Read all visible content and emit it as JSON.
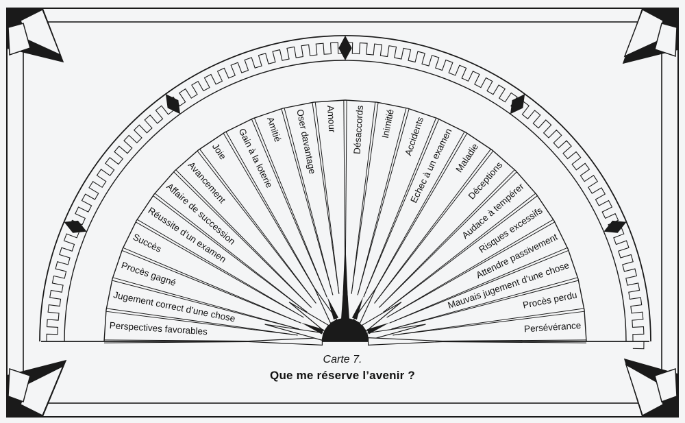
{
  "card": {
    "number_label": "Carte 7.",
    "title": "Que me réserve l’avenir ?"
  },
  "segments_left": [
    "Perspectives favorables",
    "Jugement correct d’une chose",
    "Procès gagné",
    "Succès",
    "Réussite d’un examen",
    "Affaire de succession",
    "Avancement",
    "Joie",
    "Gain à la loterie",
    "Amitié",
    "Oser davantage",
    "Amour"
  ],
  "segments_right": [
    "Désaccords",
    "Inimitié",
    "Accidents",
    "Echec à un examen",
    "Maladie",
    "Déceptions",
    "Audace à tempérer",
    "Risques excessifs",
    "Attendre passivement",
    "Mauvais jugement d’une chose",
    "Procès perdu",
    "Persévérance"
  ],
  "colors": {
    "ink": "#1a1a1a",
    "paper": "#f4f5f6"
  }
}
